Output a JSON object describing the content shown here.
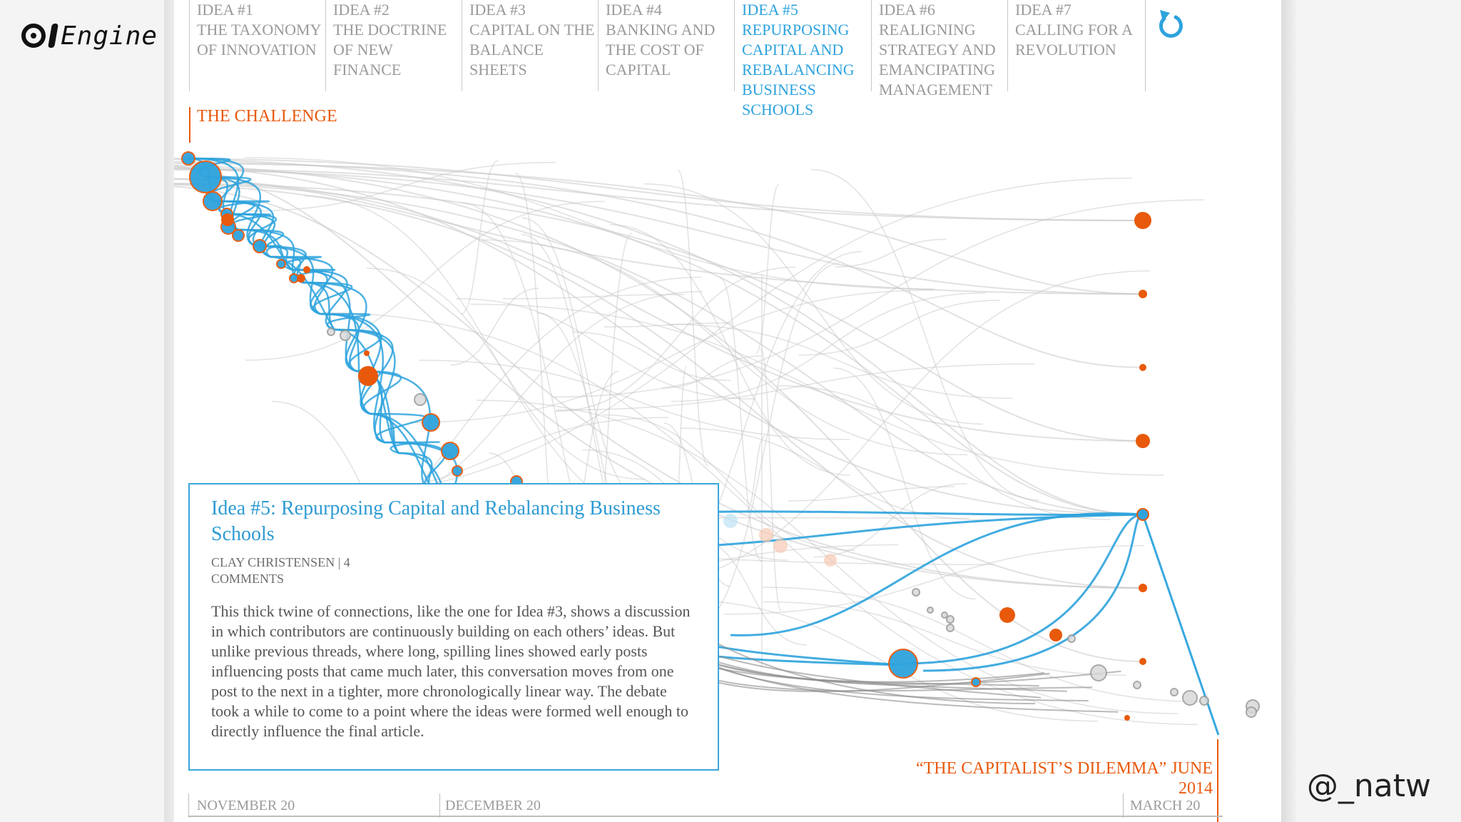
{
  "branding": {
    "logo_text": "Engine",
    "handle": "@_natw"
  },
  "ideas": [
    {
      "num": "IDEA #1",
      "title": "THE TAXONOMY OF INNOVATION",
      "active": false
    },
    {
      "num": "IDEA #2",
      "title": "THE DOCTRINE OF NEW FINANCE",
      "active": false
    },
    {
      "num": "IDEA #3",
      "title": "CAPITAL ON THE BALANCE SHEETS",
      "active": false
    },
    {
      "num": "IDEA #4",
      "title": "BANKING AND THE COST OF CAPITAL",
      "active": false
    },
    {
      "num": "IDEA #5",
      "title": "REPURPOSING CAPITAL AND REBALANCING BUSINESS SCHOOLS",
      "active": true
    },
    {
      "num": "IDEA #6",
      "title": "REALIGNING STRATEGY AND EMANCIPATING MANAGEMENT",
      "active": false
    },
    {
      "num": "IDEA #7",
      "title": "CALLING FOR A REVOLUTION",
      "active": false
    }
  ],
  "challenge_label": "THE CHALLENGE",
  "info": {
    "title": "Idea #5: Repurposing Capital and Rebalancing Business Schools",
    "author": "CLAY CHRISTENSEN | 4 COMMENTS",
    "body": "This thick twine of connections, like the one for Idea #3, shows a discussion in which contributors are continuously building on each others’ ideas. But unlike previous threads, where long, spilling lines showed early posts influencing posts that came much later, this conversation moves from one post to the next in a tighter, more chronologically linear way. The debate took a while to come to a point where the ideas were formed well enough to directly influence the final article."
  },
  "article_label": "“THE CAPITALIST’S DILEMMA” JUNE 2014",
  "timeline": {
    "start": "NOVEMBER 20",
    "middle": "DECEMBER 20",
    "end": "MARCH 20"
  },
  "colors": {
    "accent_blue": "#2ea3dd",
    "accent_orange": "#e8590c",
    "muted_gray": "#9a9a9a"
  }
}
